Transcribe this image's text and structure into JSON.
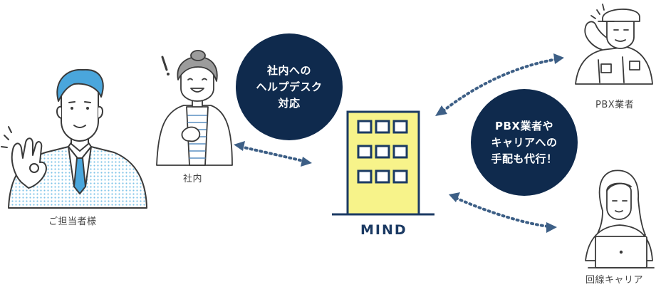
{
  "bubble_left": {
    "lines": [
      "社内への",
      "ヘルプデスク",
      "対応"
    ]
  },
  "bubble_right": {
    "lines": [
      "PBX業者や",
      "キャリアへの",
      "手配も代行！"
    ]
  },
  "nodes": {
    "customer": "ご担当者様",
    "internal": "社内",
    "center": "MIND",
    "pbx": "PBX業者",
    "carrier": "回線キャリア"
  },
  "colors": {
    "navy": "#0f2a4d",
    "building": "#f7f38a",
    "blue": "#4aa6dc",
    "line": "#4a4a4a",
    "arrow": "#3d5f86"
  }
}
